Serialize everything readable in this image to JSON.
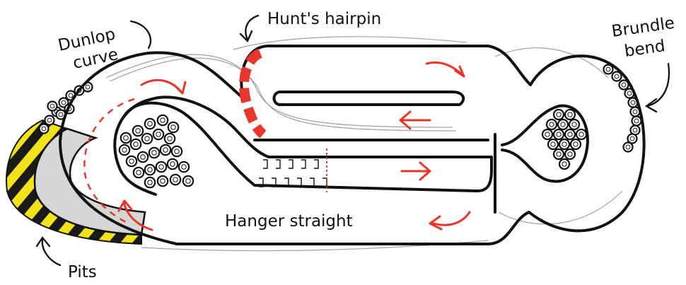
{
  "labels": {
    "dunlop_line1": "Dunlop",
    "dunlop_line2": "curve",
    "hunts_hairpin": "Hunt's hairpin",
    "brundle_line1": "Brundle",
    "brundle_line2": "bend",
    "hanger_straight": "Hanger straight",
    "pits": "Pits"
  },
  "colors": {
    "track_outline": "#111111",
    "direction_arrows": "#e8372a",
    "kerb_red": "#e8372a",
    "pit_stripe_yellow": "#f2e21a",
    "pit_stripe_black": "#1a1a1a",
    "pit_lane_grey": "#d6d6d6"
  },
  "icons": {
    "direction": "arrow-icon",
    "tyre_barrier": "tyre-icon",
    "callout": "curved-arrow-icon"
  }
}
